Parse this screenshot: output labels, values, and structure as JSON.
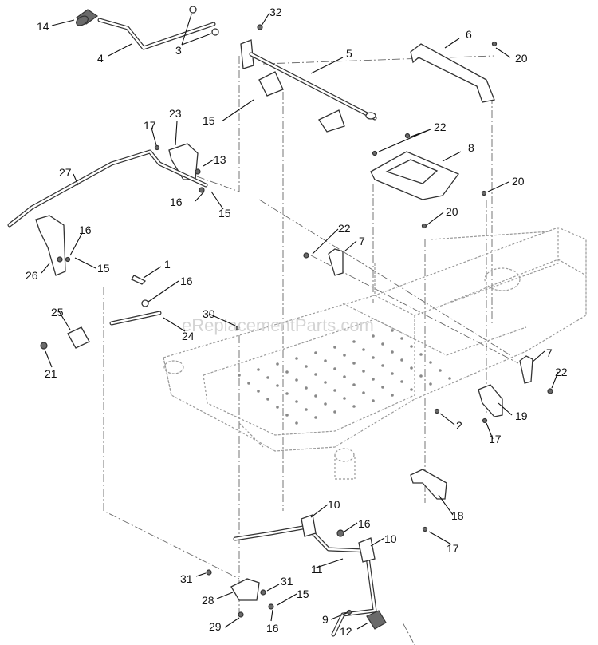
{
  "watermark": "eReplacementParts.com",
  "callouts": [
    {
      "id": "14",
      "text": "14"
    },
    {
      "id": "4",
      "text": "4"
    },
    {
      "id": "3",
      "text": "3"
    },
    {
      "id": "32",
      "text": "32"
    },
    {
      "id": "5",
      "text": "5"
    },
    {
      "id": "6",
      "text": "6"
    },
    {
      "id": "20a",
      "text": "20"
    },
    {
      "id": "15a",
      "text": "15"
    },
    {
      "id": "23",
      "text": "23"
    },
    {
      "id": "17a",
      "text": "17"
    },
    {
      "id": "22a",
      "text": "22"
    },
    {
      "id": "8",
      "text": "8"
    },
    {
      "id": "27",
      "text": "27"
    },
    {
      "id": "13",
      "text": "13"
    },
    {
      "id": "16a",
      "text": "16"
    },
    {
      "id": "15b",
      "text": "15"
    },
    {
      "id": "20b",
      "text": "20"
    },
    {
      "id": "20c",
      "text": "20"
    },
    {
      "id": "16b",
      "text": "16"
    },
    {
      "id": "15c",
      "text": "15"
    },
    {
      "id": "22b",
      "text": "22"
    },
    {
      "id": "7a",
      "text": "7"
    },
    {
      "id": "26",
      "text": "26"
    },
    {
      "id": "1",
      "text": "1"
    },
    {
      "id": "16c",
      "text": "16"
    },
    {
      "id": "25",
      "text": "25"
    },
    {
      "id": "30",
      "text": "30"
    },
    {
      "id": "24",
      "text": "24"
    },
    {
      "id": "21",
      "text": "21"
    },
    {
      "id": "7b",
      "text": "7"
    },
    {
      "id": "22c",
      "text": "22"
    },
    {
      "id": "19",
      "text": "19"
    },
    {
      "id": "2",
      "text": "2"
    },
    {
      "id": "17b",
      "text": "17"
    },
    {
      "id": "18",
      "text": "18"
    },
    {
      "id": "10a",
      "text": "10"
    },
    {
      "id": "16d",
      "text": "16"
    },
    {
      "id": "10b",
      "text": "10"
    },
    {
      "id": "17c",
      "text": "17"
    },
    {
      "id": "11",
      "text": "11"
    },
    {
      "id": "31a",
      "text": "31"
    },
    {
      "id": "31b",
      "text": "31"
    },
    {
      "id": "15d",
      "text": "15"
    },
    {
      "id": "28",
      "text": "28"
    },
    {
      "id": "16e",
      "text": "16"
    },
    {
      "id": "29",
      "text": "29"
    },
    {
      "id": "9",
      "text": "9"
    },
    {
      "id": "12",
      "text": "12"
    }
  ]
}
